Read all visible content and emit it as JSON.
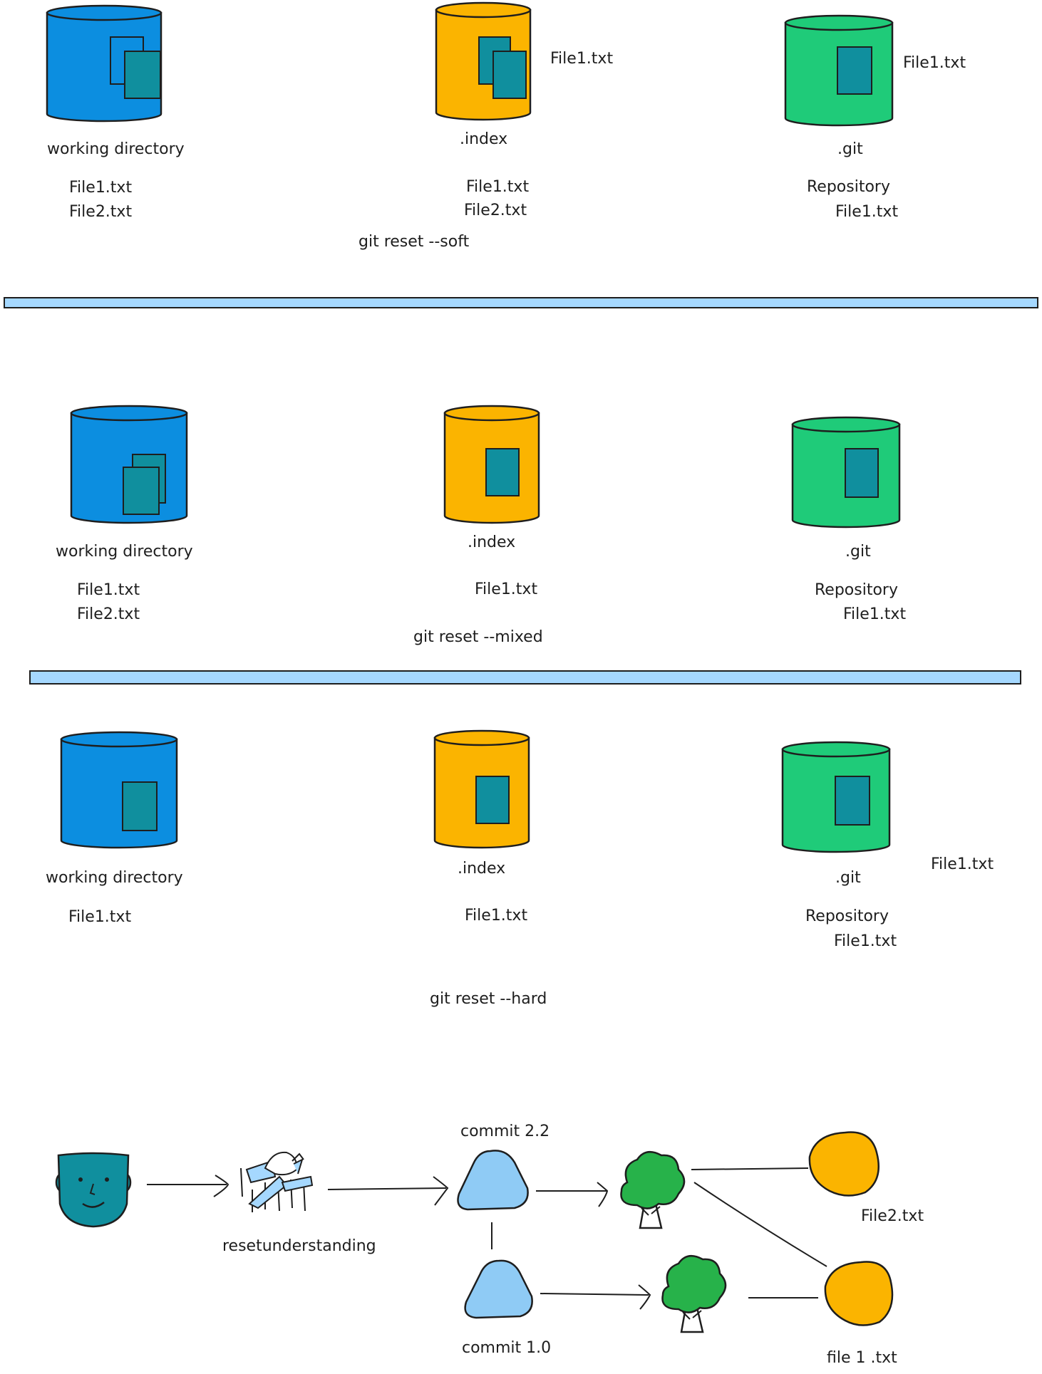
{
  "colors": {
    "working": "#0c8ee0",
    "index": "#fbb400",
    "git": "#1fcb79",
    "file": "#108f9e",
    "divider": "#a5d8ff",
    "commit": "#8fcbf5",
    "tree": "#27b24a",
    "trunk": "#ffffff",
    "blob": "#fbb400",
    "head": "#108f9e",
    "stroke": "#1e1e1e"
  },
  "sections": [
    {
      "command": "git reset --soft",
      "working": {
        "label": "working directory",
        "files": [
          "File1.txt",
          "File2.txt"
        ]
      },
      "index": {
        "label": ".index",
        "files": [
          "File1.txt",
          "File2.txt"
        ],
        "side_note": "File1.txt"
      },
      "git": {
        "label": ".git",
        "repo_label": "Repository",
        "files": [
          "File1.txt"
        ],
        "side_note": "File1.txt"
      }
    },
    {
      "command": "git reset --mixed",
      "working": {
        "label": "working directory",
        "files": [
          "File1.txt",
          "File2.txt"
        ]
      },
      "index": {
        "label": ".index",
        "files": [
          "File1.txt"
        ]
      },
      "git": {
        "label": ".git",
        "repo_label": "Repository",
        "files": [
          "File1.txt"
        ]
      }
    },
    {
      "command": "git reset --hard",
      "working": {
        "label": "working directory",
        "files": [
          "File1.txt"
        ]
      },
      "index": {
        "label": ".index",
        "files": [
          "File1.txt"
        ]
      },
      "git": {
        "label": ".git",
        "repo_label": "Repository",
        "files": [
          "File1.txt"
        ],
        "side_note": "File1.txt"
      }
    }
  ],
  "flow": {
    "action_label": "resetunderstanding",
    "commit_new": "commit 2.2",
    "commit_old": "commit 1.0",
    "file_a": "File2.txt",
    "file_b": "file 1 .txt"
  }
}
